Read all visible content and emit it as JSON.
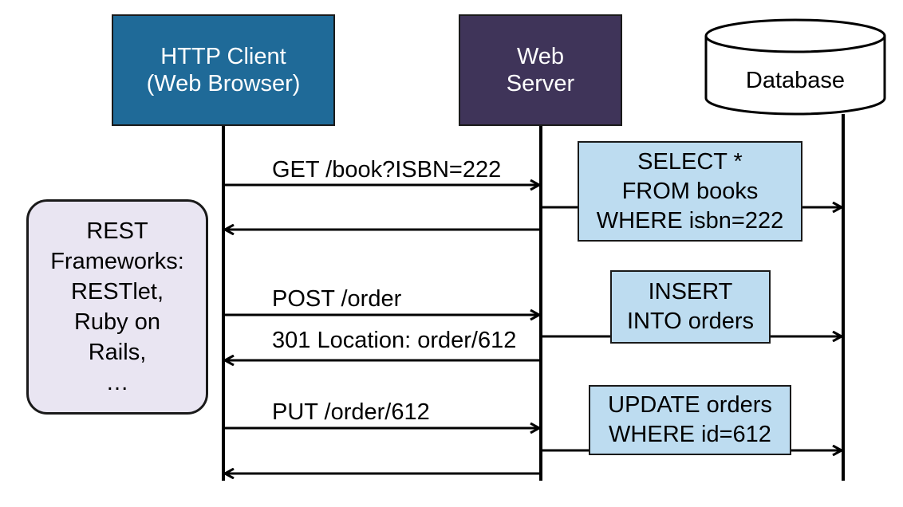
{
  "actors": {
    "client": {
      "line1": "HTTP Client",
      "line2": "(Web Browser)"
    },
    "server": {
      "line1": "Web",
      "line2": "Server"
    },
    "database": {
      "label": "Database"
    }
  },
  "messages": {
    "get": "GET /book?ISBN=222",
    "post": "POST /order",
    "post_response": "301 Location: order/612",
    "put": "PUT /order/612"
  },
  "sql": {
    "select": [
      "SELECT *",
      "FROM books",
      "WHERE isbn=222"
    ],
    "insert": [
      "INSERT",
      "INTO orders"
    ],
    "update": [
      "UPDATE orders",
      "WHERE id=612"
    ]
  },
  "rest_note": [
    "REST",
    "Frameworks:",
    "RESTlet,",
    "Ruby on",
    "Rails,",
    "…"
  ],
  "colors": {
    "client_fill": "#1f6a98",
    "server_fill": "#3f3459",
    "sql_fill": "#bddcf0",
    "rest_fill": "#e9e5f2"
  }
}
